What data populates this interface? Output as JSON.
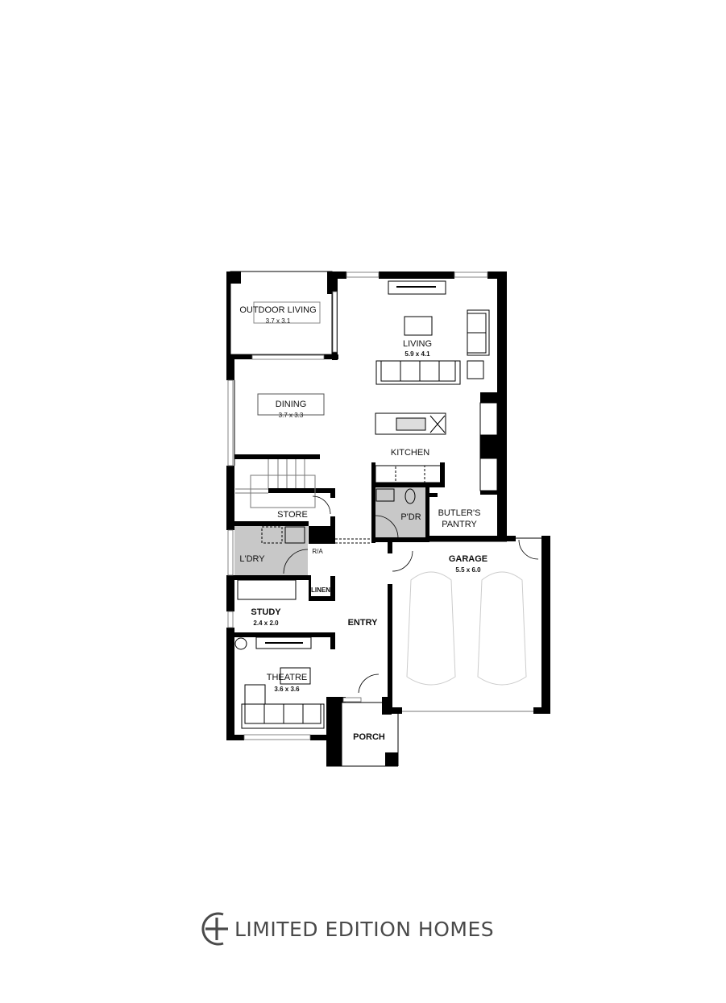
{
  "plan": {
    "rooms": [
      {
        "id": "outdoor-living",
        "name": "OUTDOOR LIVING",
        "dims": "3.7 x 3.1"
      },
      {
        "id": "living",
        "name": "LIVING",
        "dims": "5.9 x 4.1"
      },
      {
        "id": "dining",
        "name": "DINING",
        "dims": "3.7 x 3.3"
      },
      {
        "id": "kitchen",
        "name": "KITCHEN",
        "dims": ""
      },
      {
        "id": "store",
        "name": "STORE",
        "dims": ""
      },
      {
        "id": "powder",
        "name": "P'DR",
        "dims": ""
      },
      {
        "id": "butlers-pantry",
        "name": "BUTLER'S",
        "name2": "PANTRY",
        "dims": ""
      },
      {
        "id": "laundry",
        "name": "L'DRY",
        "dims": ""
      },
      {
        "id": "ra",
        "name": "R/A",
        "dims": ""
      },
      {
        "id": "linen",
        "name": "LINEN",
        "dims": ""
      },
      {
        "id": "garage",
        "name": "GARAGE",
        "dims": "5.5 x 6.0"
      },
      {
        "id": "study",
        "name": "STUDY",
        "dims": "2.4 x 2.0"
      },
      {
        "id": "entry",
        "name": "ENTRY",
        "dims": ""
      },
      {
        "id": "theatre",
        "name": "THEATRE",
        "dims": "3.6 x 3.6"
      },
      {
        "id": "porch",
        "name": "PORCH",
        "dims": ""
      }
    ],
    "colors": {
      "wall": "#000000",
      "wet_area": "#c8c8c8",
      "car": "#cccccc"
    }
  },
  "brand": {
    "logo_text": "LIMITED EDITION HOMES",
    "logo_icon": "plus-circle-icon",
    "color": "#4a4a4a"
  }
}
